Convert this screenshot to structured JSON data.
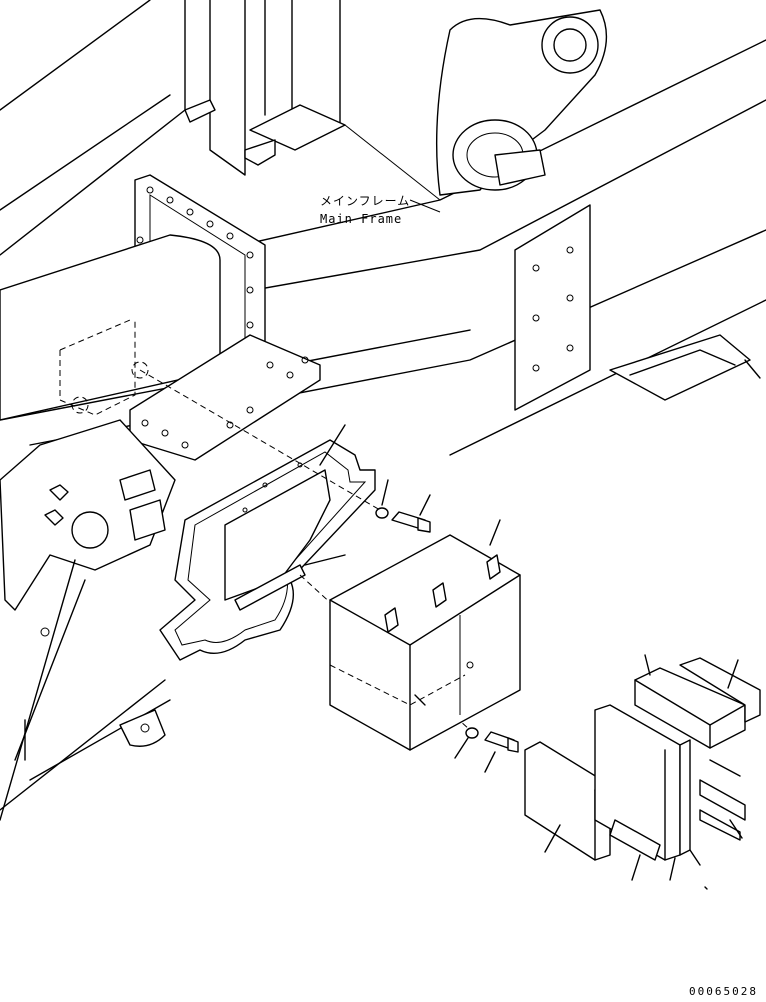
{
  "callout": {
    "label_ja": "メインフレーム",
    "label_en": "Main Frame"
  },
  "drawing_code": "00065028"
}
